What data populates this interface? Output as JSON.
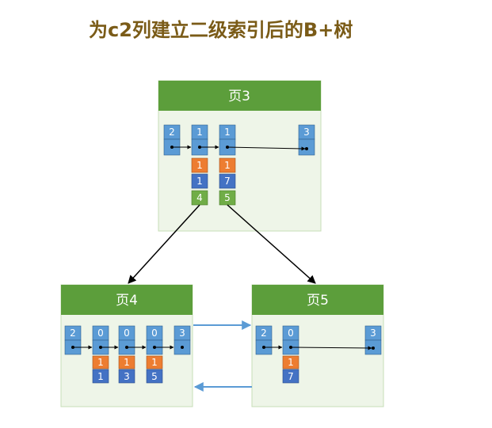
{
  "title": "为c2列建立二级索引后的B+树",
  "colors": {
    "title": "#7a5b17",
    "page_header": "#5c9e3b",
    "page_body": "#eef5e8",
    "page_border": "#c7deb7",
    "key_blue": "#5b9bd5",
    "orange": "#ed7d31",
    "dark_blue": "#4472c4",
    "green": "#70ad47",
    "link_arrow": "#5b9bd5"
  },
  "pages": {
    "page3": {
      "label": "页3",
      "records": [
        {
          "c2": "2"
        },
        {
          "c2": "1",
          "c3": "1",
          "c1": "1",
          "child": "4"
        },
        {
          "c2": "1",
          "c3": "1",
          "c1": "7",
          "child": "5"
        },
        {
          "c2": "3"
        }
      ]
    },
    "page4": {
      "label": "页4",
      "records": [
        {
          "c2": "2"
        },
        {
          "c2": "0",
          "c3": "1",
          "c1": "1"
        },
        {
          "c2": "0",
          "c3": "1",
          "c1": "3"
        },
        {
          "c2": "0",
          "c3": "1",
          "c1": "5"
        },
        {
          "c2": "3"
        }
      ]
    },
    "page5": {
      "label": "页5",
      "records": [
        {
          "c2": "2"
        },
        {
          "c2": "0",
          "c3": "1",
          "c1": "7"
        },
        {
          "c2": "3"
        }
      ]
    }
  }
}
